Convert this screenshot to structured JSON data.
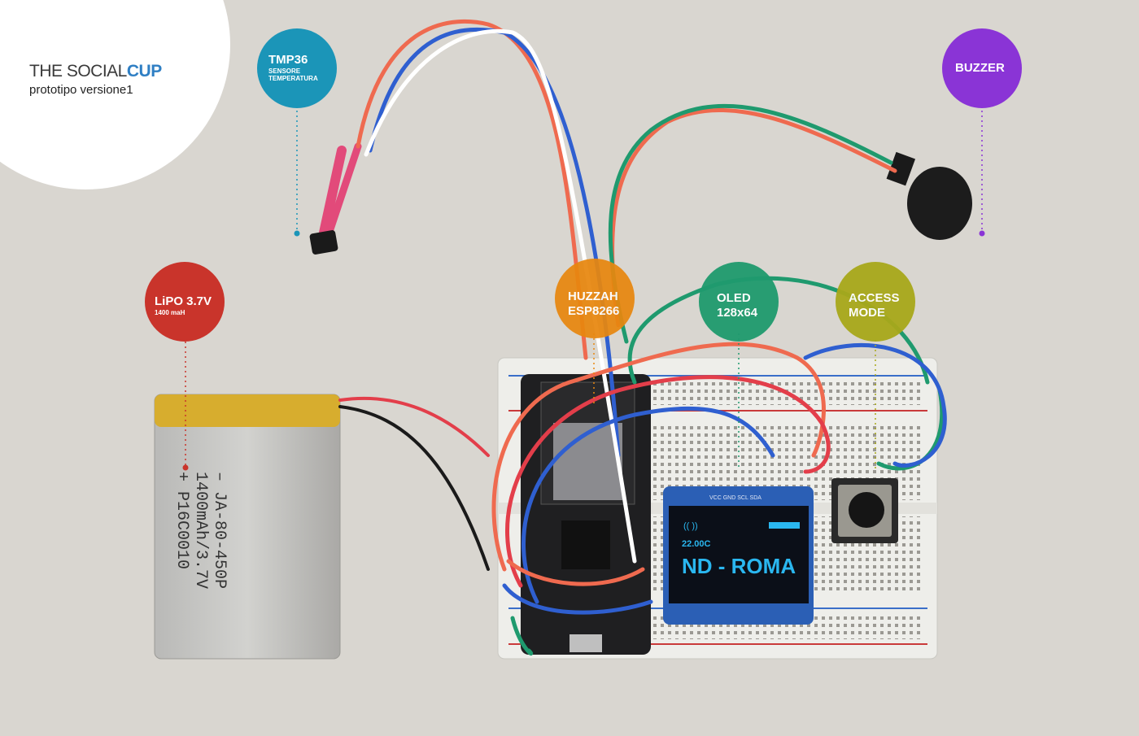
{
  "brand": {
    "title_part1": "THE SOCIAL",
    "title_part2": "CUP",
    "subtitle": "prototipo versione1"
  },
  "labels": {
    "tmp36": {
      "line1": "TMP36",
      "line2": "SENSORE",
      "line3": "TEMPERATURA",
      "color": "#1b95b8"
    },
    "buzzer": {
      "line1": "BUZZER",
      "color": "#8a34d6"
    },
    "lipo": {
      "line1": "LiPO 3.7V",
      "line2": "1400 maH",
      "color": "#c9342b"
    },
    "huzzah": {
      "line1": "HUZZAH",
      "line2": "ESP8266",
      "color": "#e8870f"
    },
    "oled": {
      "line1": "OLED",
      "line2": "128x64",
      "color": "#1f9a6e"
    },
    "access": {
      "line1": "ACCESS",
      "line2": "MODE",
      "color": "#a8a81a"
    }
  },
  "battery": {
    "text_lines": [
      "– JA-80-450P",
      "1400mAh/3.7V",
      "+ P16C0010"
    ]
  },
  "oled_screen": {
    "temp": "22.00C",
    "text": "ND - ROMA",
    "pins": "VCC GND SCL SDA"
  }
}
